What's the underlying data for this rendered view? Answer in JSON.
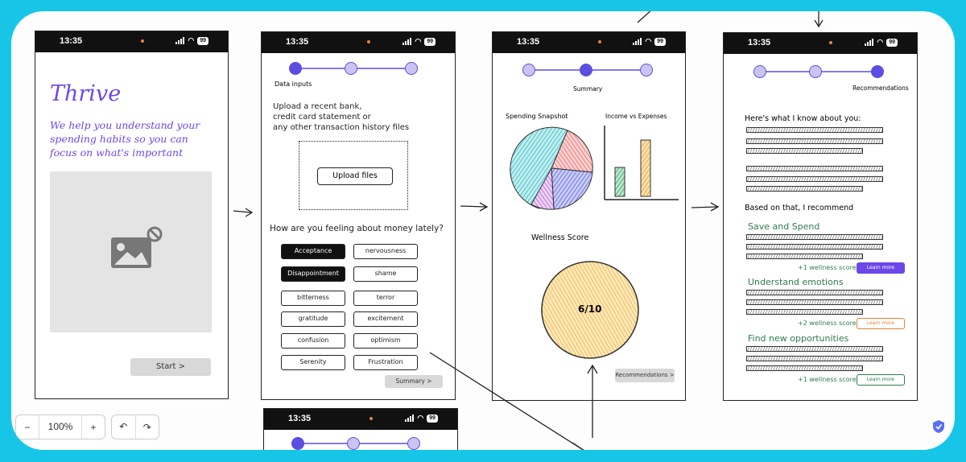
{
  "status_time": "13:35",
  "battery": "99",
  "screen1": {
    "title": "Thrive",
    "tagline_1": "We help you understand your",
    "tagline_2": "spending habits so you can",
    "tagline_3": "focus on what's important",
    "start_label": "Start >"
  },
  "screen2": {
    "step_label": "Data inputs",
    "upload_text_1": "Upload a recent bank,",
    "upload_text_2": "credit card statement or",
    "upload_text_3": "any other transaction history files",
    "upload_button": "Upload files",
    "question": "How are you feeling about money lately?",
    "chips": [
      {
        "label": "Acceptance",
        "selected": true
      },
      {
        "label": "nervousness",
        "selected": false
      },
      {
        "label": "Disappointment",
        "selected": true
      },
      {
        "label": "shame",
        "selected": false
      },
      {
        "label": "bitterness",
        "selected": false
      },
      {
        "label": "terror",
        "selected": false
      },
      {
        "label": "gratitude",
        "selected": false
      },
      {
        "label": "excitement",
        "selected": false
      },
      {
        "label": "confusion",
        "selected": false
      },
      {
        "label": "optimism",
        "selected": false
      },
      {
        "label": "Serenity",
        "selected": false
      },
      {
        "label": "Frustration",
        "selected": false
      }
    ],
    "summary_button": "Summary >"
  },
  "screen3": {
    "step_label": "Summary",
    "spending_title": "Spending Snapshot",
    "income_title": "Income vs Expenses",
    "wellness_title": "Wellness Score",
    "wellness_value": "6/10",
    "recommendations_button": "Recommendations >"
  },
  "screen4": {
    "step_label": "Recommendations",
    "know_title": "Here's what I know about you:",
    "based_title": "Based on that, I recommend",
    "recs": [
      {
        "title": "Save and Spend",
        "score": "+1 wellness score",
        "button": "Learn more",
        "color": "#6c47e8",
        "filled": true
      },
      {
        "title": "Understand emotions",
        "score": "+2 wellness score",
        "button": "Learn more",
        "color": "#e8812f",
        "filled": false
      },
      {
        "title": "Find new opportunities",
        "score": "+1 wellness score",
        "button": "Learn more",
        "color": "#2e7d4f",
        "filled": false
      }
    ]
  },
  "toolbar": {
    "zoom_out": "−",
    "zoom_level": "100%",
    "zoom_in": "+",
    "undo": "↶",
    "redo": "↷"
  },
  "colors": {
    "brand_purple": "#6c47e8",
    "green": "#2e7d4f",
    "orange": "#e8812f",
    "frame_cyan": "#17c6e6"
  }
}
